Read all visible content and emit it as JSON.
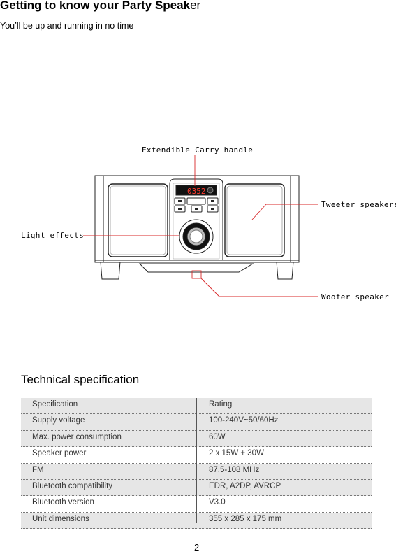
{
  "header": {
    "title_bold": "Getting to know your Party Speak",
    "title_tail": "er",
    "subtitle": "You’ll be up and running in no time"
  },
  "diagram": {
    "display_text": "0352",
    "callouts": {
      "handle": "Extendible Carry handle",
      "tweeter": "Tweeter speakers",
      "light": "Light effects",
      "woofer": "Woofer speaker"
    },
    "colors": {
      "callout_line": "#d8282a",
      "display_digits": "#ff3b2f"
    }
  },
  "specs": {
    "heading": "Technical specification",
    "rows": [
      {
        "label": "Specification",
        "value": "Rating"
      },
      {
        "label": "Supply voltage",
        "value": "100-240V~50/60Hz"
      },
      {
        "label": "Max. power consumption",
        "value": "60W"
      },
      {
        "label": "Speaker power",
        "value": "2 x 15W + 30W"
      },
      {
        "label": "FM",
        "value": "87.5-108 MHz"
      },
      {
        "label": "Bluetooth compatibility",
        "value": "EDR, A2DP, AVRCP"
      },
      {
        "label": "Bluetooth version",
        "value": "V3.0"
      },
      {
        "label": "Unit dimensions",
        "value": "355 x 285 x 175 mm"
      }
    ]
  },
  "footer": {
    "page_number": "2"
  }
}
